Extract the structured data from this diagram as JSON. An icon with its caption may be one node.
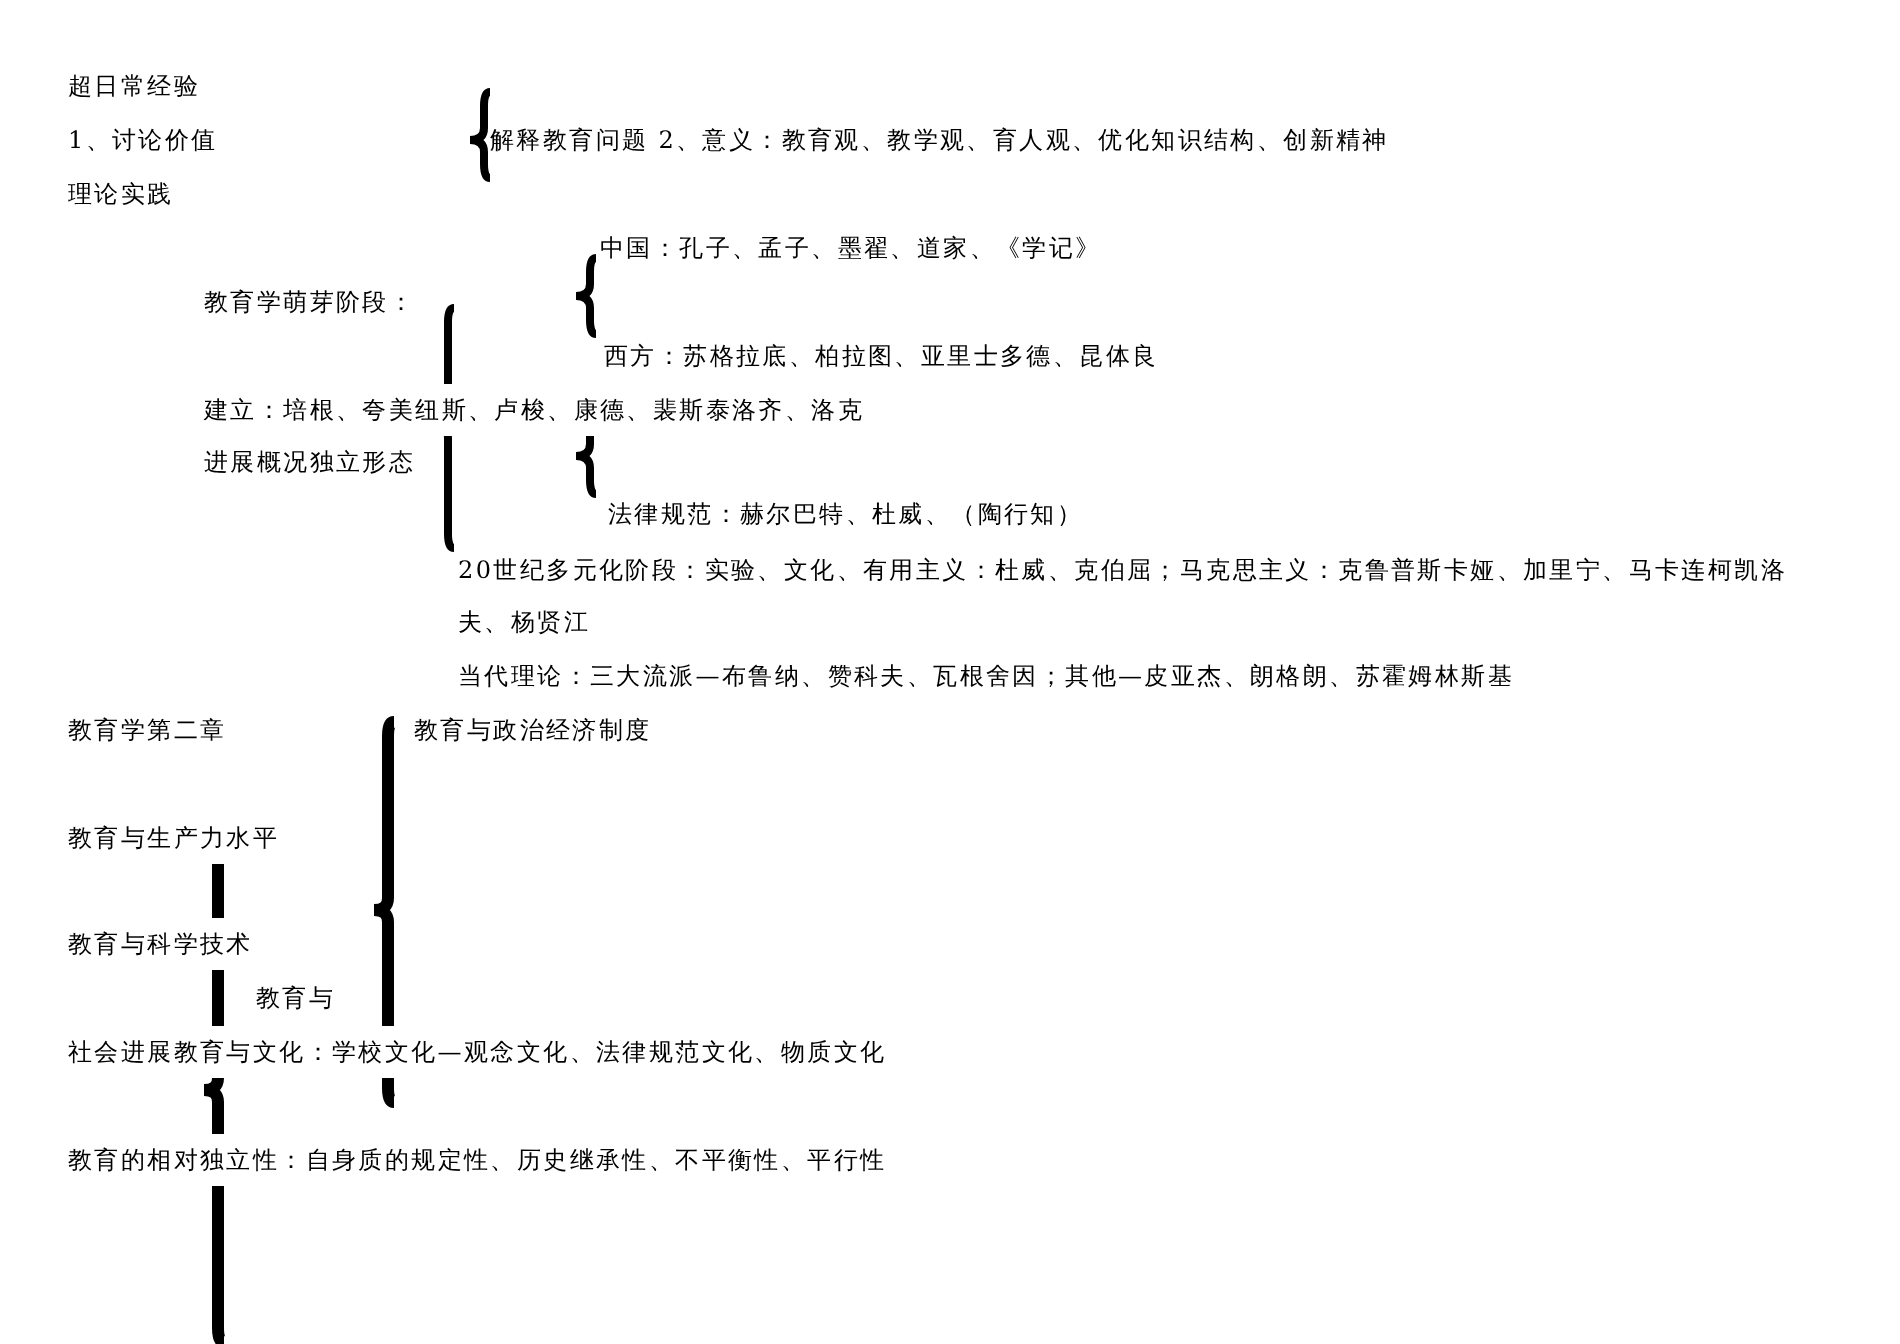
{
  "diagram": {
    "labels": [
      "超日常经验",
      "1、讨论价值",
      "解释教育问题 2、意义：教育观、教学观、育人观、优化知识结构、创新精神",
      "理论实践",
      "中国：孔子、孟子、墨翟、道家、《学记》",
      "教育学萌芽阶段：",
      "西方：苏格拉底、柏拉图、亚里士多德、昆体良",
      "建立：培根、夸美纽斯、卢梭、康德、裴斯泰洛齐、洛克",
      "进展概况独立形态",
      "法律规范：赫尔巴特、杜威、（陶行知）",
      "20世纪多元化阶段：实验、文化、有用主义：杜威、克伯屈；马克思主义：克鲁普斯卡娅、加里宁、马卡连柯凯洛夫、杨贤江",
      "当代理论：三大流派—布鲁纳、赞科夫、瓦根舍因；其他—皮亚杰、朗格朗、苏霍姆林斯基",
      "教育学第二章",
      "教育与政治经济制度",
      "教育与生产力水平",
      "教育与科学技术",
      "教育与",
      "社会进展教育与文化：学校文化—观念文化、法律规范文化、物质文化",
      "教育的相对独立性：自身质的规定性、历史继承性、不平衡性、平行性"
    ]
  }
}
